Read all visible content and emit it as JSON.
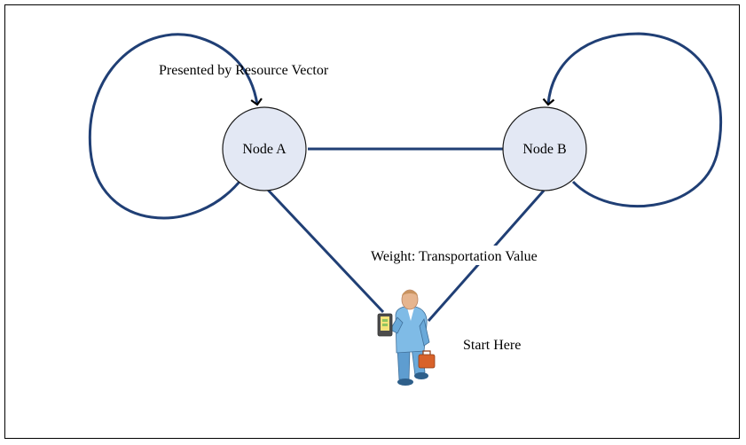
{
  "diagram": {
    "nodes": [
      {
        "id": "node-a",
        "label": "Node A"
      },
      {
        "id": "node-b",
        "label": "Node B"
      }
    ],
    "annotations": {
      "loop_label": "Presented by Resource Vector",
      "edge_label": "Weight: Transportation Value",
      "start_label": "Start Here"
    },
    "person_icon": "businessman-with-tablet-and-briefcase-icon",
    "colors": {
      "edge": "#203f75",
      "node_fill": "#e3e8f4",
      "node_stroke": "#1a1a1a",
      "arrow_head": "#000000",
      "person_skin": "#e6b58f",
      "person_suit": "#7fbbe6",
      "briefcase": "#d8622a"
    }
  }
}
